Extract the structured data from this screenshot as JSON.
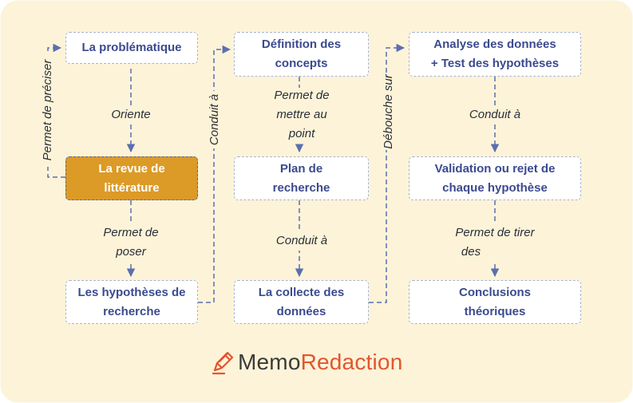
{
  "colors": {
    "background": "#fdf3d8",
    "box_text": "#3b4a8f",
    "highlight_fill": "#dc9a27",
    "connector": "#5a6fb0",
    "logo_accent": "#e2552f"
  },
  "nodes": {
    "problematique": "La problématique",
    "revue": [
      "La revue de",
      "littérature"
    ],
    "hypotheses": [
      "Les hypothèses de",
      "recherche"
    ],
    "definition": [
      "Définition des",
      "concepts"
    ],
    "plan": [
      "Plan de",
      "recherche"
    ],
    "collecte": [
      "La collecte des",
      "données"
    ],
    "analyse": [
      "Analyse des données",
      "+ Test des hypothèses"
    ],
    "validation": [
      "Validation ou rejet de",
      "chaque hypothèse"
    ],
    "conclusions": [
      "Conclusions",
      "théoriques"
    ]
  },
  "edges": {
    "oriente": "Oriente",
    "permet_poser": [
      "Permet de",
      "poser"
    ],
    "permet_preciser": "Permet de préciser",
    "conduit_a_vertical": "Conduit à",
    "permet_mettre": [
      "Permet de",
      "mettre au",
      "point"
    ],
    "conduit_a_plan": "Conduit à",
    "debouche_sur": "Débouche sur",
    "conduit_a_analyse": "Conduit à",
    "permet_tirer": [
      "Permet de tirer",
      "des"
    ]
  },
  "logo": {
    "icon": "pencil-icon",
    "part1": "Memo",
    "part2": "Redaction"
  }
}
